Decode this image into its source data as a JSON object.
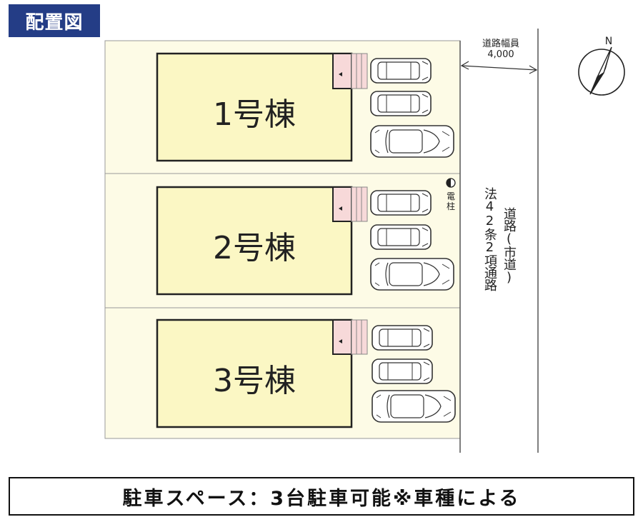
{
  "title": "配置図",
  "buildings": [
    {
      "label": "1号棟"
    },
    {
      "label": "2号棟"
    },
    {
      "label": "3号棟"
    }
  ],
  "road": {
    "width_label": "道路幅員",
    "width_value": "4,000",
    "law_label": "法42条2項通路",
    "type_label": "道路(市道)"
  },
  "utility_pole_label": "電柱",
  "compass_label": "N",
  "parking_note": "駐車スペース：3台駐車可能※車種による",
  "colors": {
    "title_bg": "#243d86",
    "lot_fill": "#fdfbe6",
    "building_fill": "#fbf7c4",
    "entrance_fill": "#f7d9d9"
  }
}
